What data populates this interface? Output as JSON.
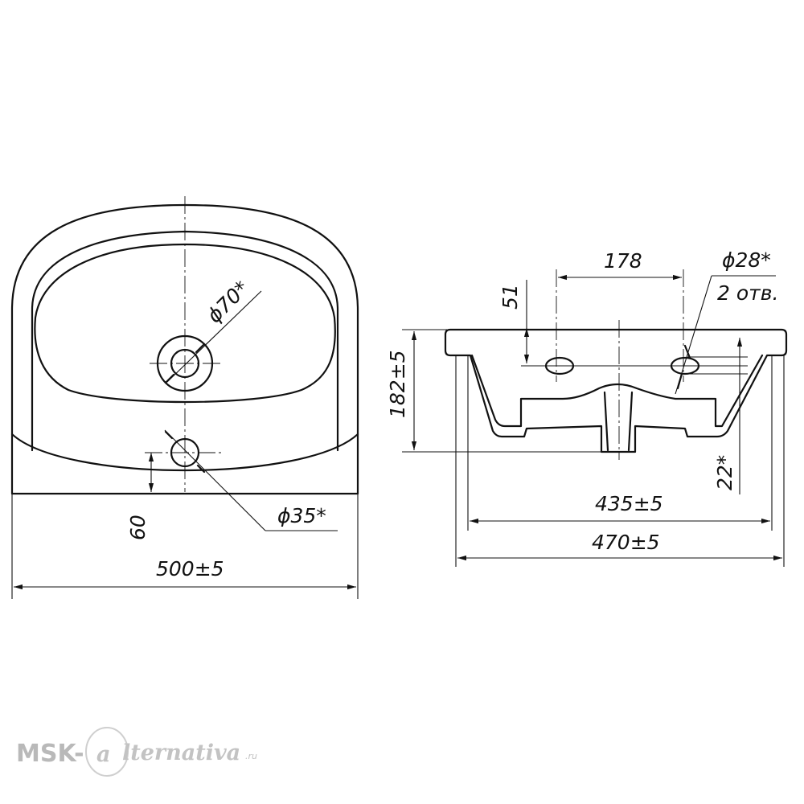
{
  "plan_view": {
    "drain_diameter": "ϕ70*",
    "tap_hole_diameter": "ϕ35*",
    "tap_offset": "60",
    "width": "500±5"
  },
  "side_view": {
    "hole_spacing": "178",
    "hole_diameter": "ϕ28*",
    "hole_count": "2 отв.",
    "hole_height": "51",
    "height": "182±5",
    "wall_gap": "22*",
    "inner_width": "435±5",
    "depth": "470±5"
  },
  "watermark": {
    "brand": "MSK-",
    "at_symbol": "a",
    "suffix": "lternativa",
    "tld": ".ru"
  }
}
